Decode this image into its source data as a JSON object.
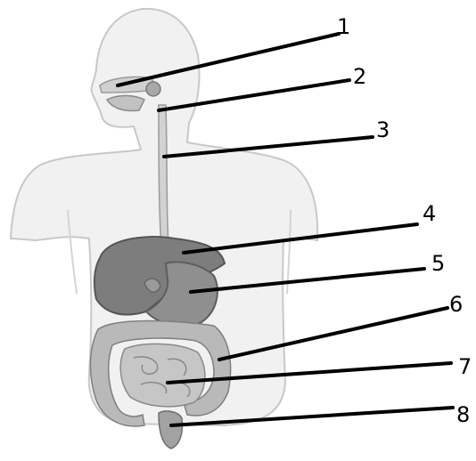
{
  "labels": [
    "1",
    "2",
    "3",
    "4",
    "5",
    "6",
    "7",
    "8"
  ],
  "colors": {
    "body_fill": "#f1f1f1",
    "body_outline": "#c8c8c8",
    "liver": "#7d7d7d",
    "stomach": "#8f8f8f",
    "intestine": "#b9b9b9",
    "esophagus": "#cfcfcf",
    "leader_line": "#000000"
  }
}
